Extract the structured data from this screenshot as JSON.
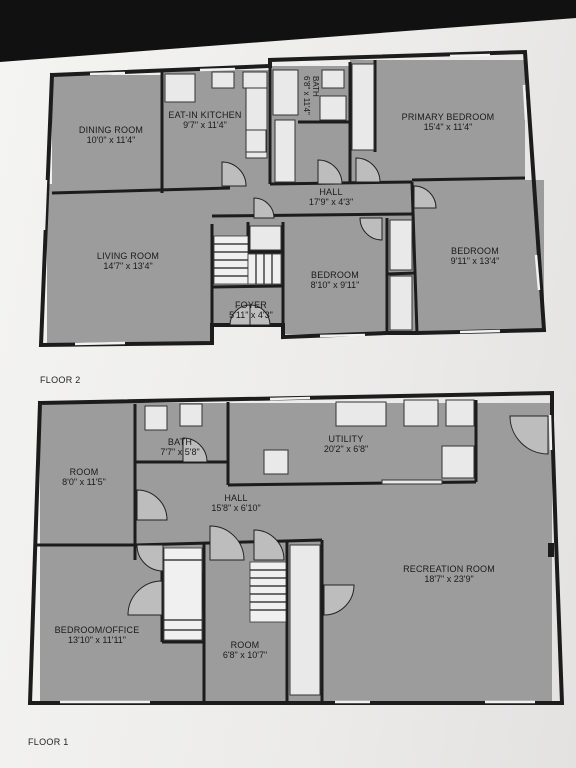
{
  "floors": [
    {
      "title": "FLOOR 2",
      "rooms": [
        {
          "name": "DINING ROOM",
          "dims": "10'0\" x 11'4\""
        },
        {
          "name": "EAT-IN KITCHEN",
          "dims": "9'7\" x 11'4\""
        },
        {
          "name": "BATH",
          "dims": "6'8\" x 11'4\""
        },
        {
          "name": "PRIMARY BEDROOM",
          "dims": "15'4\" x 11'4\""
        },
        {
          "name": "HALL",
          "dims": "17'9\" x 4'3\""
        },
        {
          "name": "LIVING ROOM",
          "dims": "14'7\" x 13'4\""
        },
        {
          "name": "BEDROOM",
          "dims": "8'10\" x 9'11\""
        },
        {
          "name": "BEDROOM",
          "dims": "9'11\" x 13'4\""
        },
        {
          "name": "FOYER",
          "dims": "5'11\" x 4'3\""
        }
      ]
    },
    {
      "title": "FLOOR 1",
      "rooms": [
        {
          "name": "BATH",
          "dims": "7'7\" x 5'8\""
        },
        {
          "name": "UTILITY",
          "dims": "20'2\" x 6'8\""
        },
        {
          "name": "ROOM",
          "dims": "8'0\" x 11'5\""
        },
        {
          "name": "HALL",
          "dims": "15'8\" x 6'10\""
        },
        {
          "name": "RECREATION ROOM",
          "dims": "18'7\" x 23'9\""
        },
        {
          "name": "BEDROOM/OFFICE",
          "dims": "13'10\" x 11'11\""
        },
        {
          "name": "ROOM",
          "dims": "6'8\" x 10'7\""
        }
      ]
    }
  ]
}
